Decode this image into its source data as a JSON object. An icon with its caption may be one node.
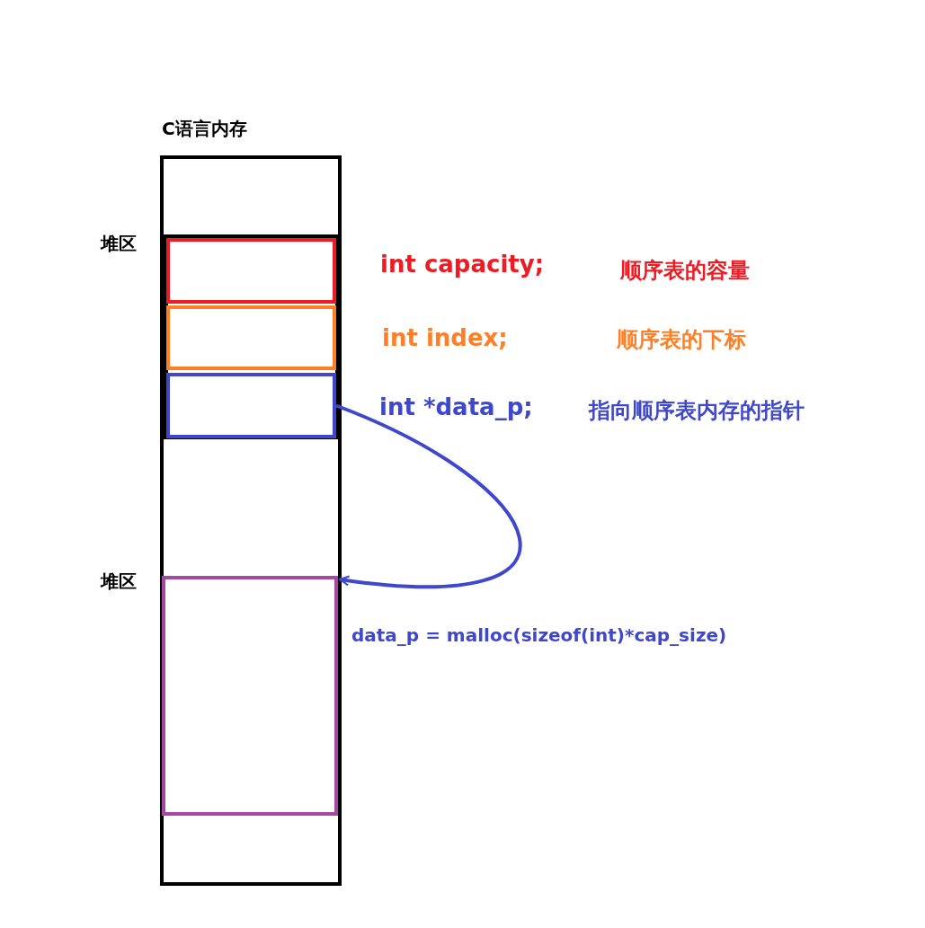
{
  "diagram": {
    "nodes": [
      {
        "text": [
          "C语言内存"
        ]
      },
      {
        "text": [],
        "shape": "box",
        "in": 0,
        "beside": [
          "堆区"
        ]
      },
      {
        "text": [],
        "shape": "box",
        "in": 1,
        "beside": [
          "int capacity;"
        ]
      },
      {
        "text": [],
        "shape": "box",
        "in": 1,
        "beside": [
          "int index;"
        ]
      },
      {
        "text": [],
        "shape": "box",
        "in": 1,
        "beside": [
          "int *data_p;"
        ]
      },
      {
        "text": [],
        "shape": "box",
        "in": 0,
        "beside": [
          "堆区"
        ]
      }
    ],
    "edges": [
      {
        "from": 4,
        "to": 5,
        "arrow": "to",
        "label": "data_p = malloc(sizeof(int)*cap_size)"
      }
    ],
    "labels": [
      "顺序表的容量",
      "顺序表的下标",
      "指向顺序表内存的指针"
    ]
  }
}
